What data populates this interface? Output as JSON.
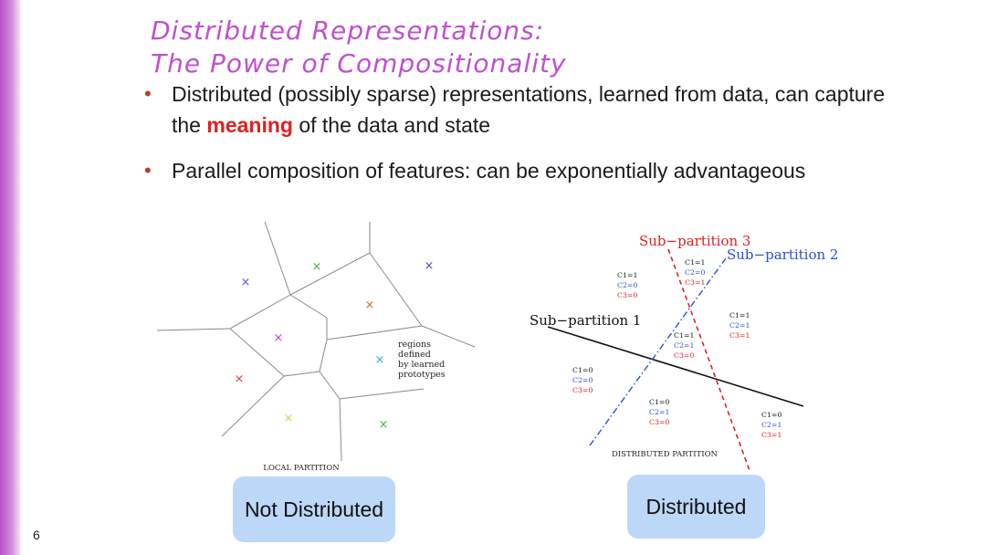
{
  "slide": {
    "title_line1": "Distributed Representations:",
    "title_line2": "The Power of Compositionality",
    "page_number": "6"
  },
  "bullets": [
    {
      "before": "Distributed (possibly sparse) representations, learned from data, can capture the ",
      "highlight": "meaning",
      "after": " of the data and state"
    },
    {
      "text": "Parallel composition of features: can be exponentially advantageous"
    }
  ],
  "local_partition": {
    "caption": "LOCAL PARTITION",
    "note_lines": [
      "regions",
      "defined",
      "by learned",
      "prototypes"
    ],
    "button_label": "Not Distributed",
    "colors": {
      "edges": "#888888",
      "purple": "#7a4fd6",
      "green": "#45b945",
      "orange": "#c07830",
      "magenta": "#d040d0",
      "red": "#e04040",
      "cyan": "#30b8c8",
      "yellow": "#e0d040",
      "blue": "#5050c0"
    }
  },
  "distributed_partition": {
    "caption": "DISTRIBUTED PARTITION",
    "labels": {
      "sub1": "Sub−partition 1",
      "sub2": "Sub−partition 2",
      "sub3": "Sub−partition 3"
    },
    "regions": [
      [
        "C1=1",
        "C2=0",
        "C3=0"
      ],
      [
        "C1=1",
        "C2=0",
        "C3=1"
      ],
      [
        "C1=1",
        "C2=1",
        "C3=1"
      ],
      [
        "C1=1",
        "C2=1",
        "C3=0"
      ],
      [
        "C1=0",
        "C2=0",
        "C3=0"
      ],
      [
        "C1=0",
        "C2=1",
        "C3=0"
      ],
      [
        "C1=0",
        "C2=1",
        "C3=1"
      ]
    ],
    "button_label": "Distributed",
    "colors": {
      "sub1": "#111111",
      "sub2": "#2a4fd6",
      "sub3": "#e02020"
    }
  }
}
